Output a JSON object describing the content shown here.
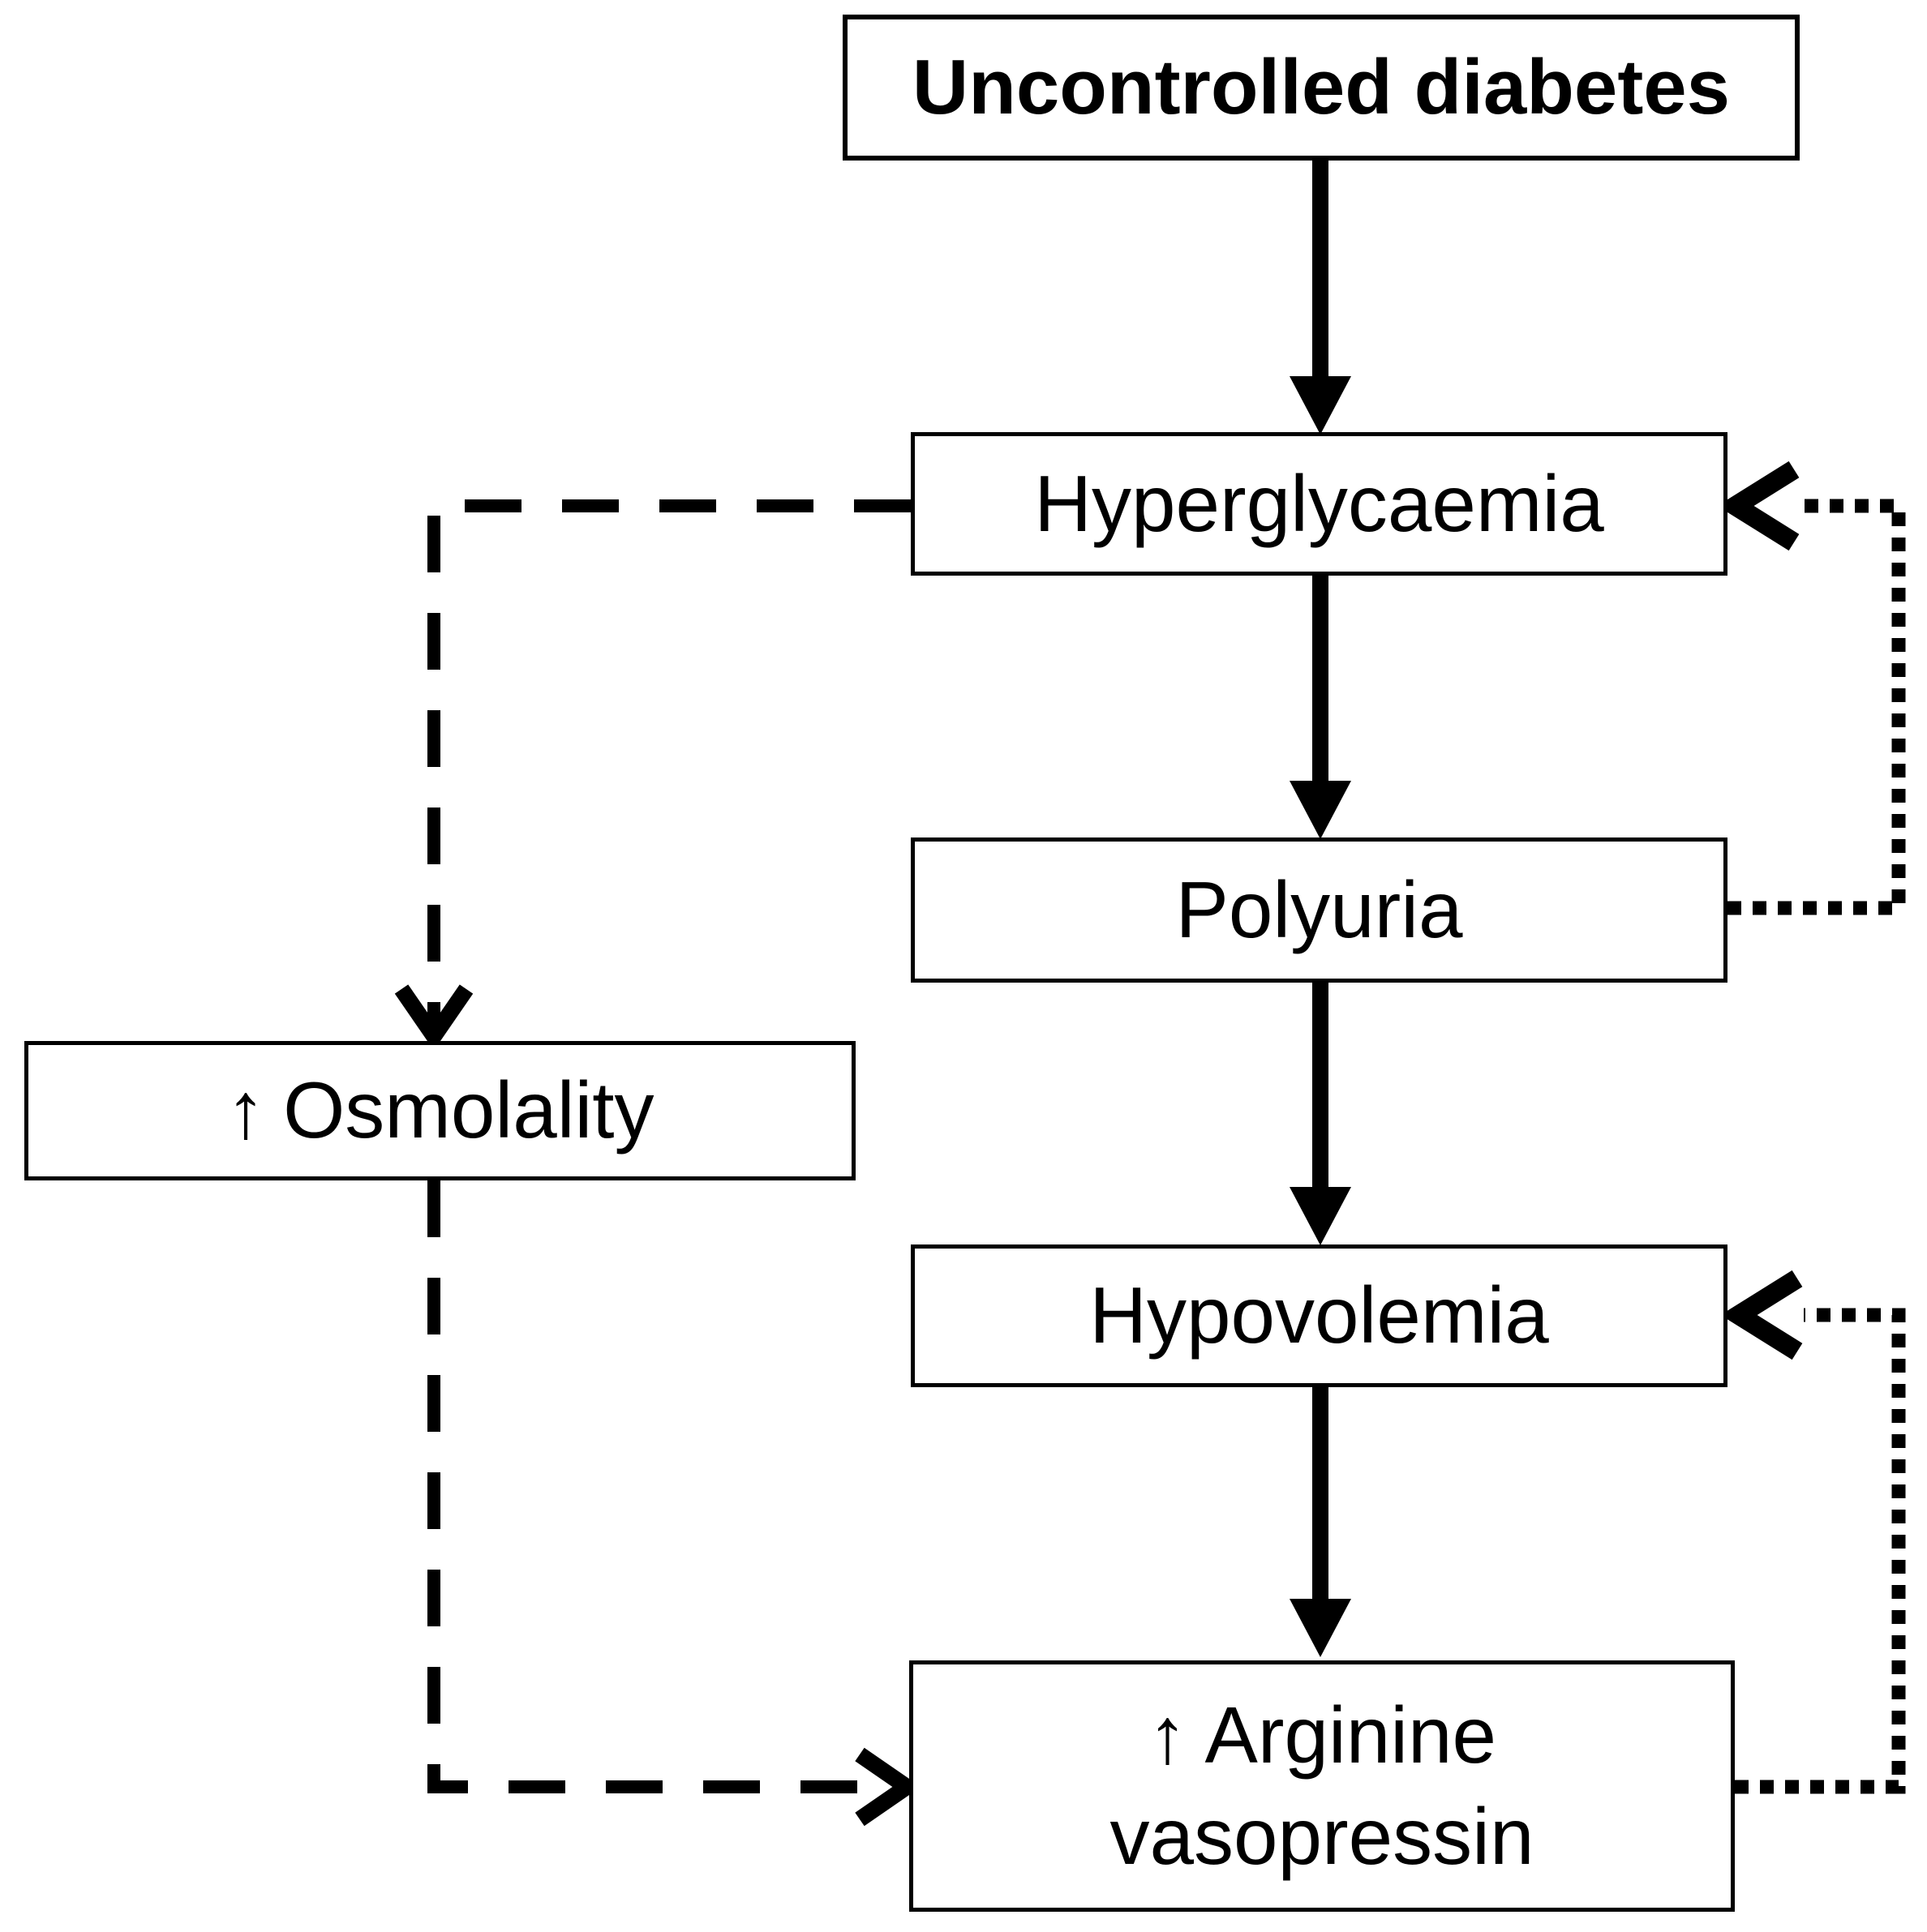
{
  "diagram": {
    "colors": {
      "background": "#ffffff",
      "node_fill": "#ffffff",
      "line": "#000000",
      "text": "#000000"
    },
    "nodes": [
      {
        "id": "uncontrolled-diabetes",
        "label": "Uncontrolled diabetes",
        "emphasis": "bold"
      },
      {
        "id": "hyperglycaemia",
        "label": "Hyperglycaemia"
      },
      {
        "id": "polyuria",
        "label": "Polyuria"
      },
      {
        "id": "hypovolemia",
        "label": "Hypovolemia"
      },
      {
        "id": "arginine-vasopressin",
        "icon": "↑",
        "label": "Arginine\nvasopressin"
      },
      {
        "id": "osmolality",
        "icon": "↑",
        "label": "Osmolality"
      }
    ],
    "edges": [
      {
        "from": "uncontrolled-diabetes",
        "to": "hyperglycaemia",
        "style": "solid"
      },
      {
        "from": "hyperglycaemia",
        "to": "polyuria",
        "style": "solid"
      },
      {
        "from": "polyuria",
        "to": "hypovolemia",
        "style": "solid"
      },
      {
        "from": "hypovolemia",
        "to": "arginine-vasopressin",
        "style": "solid"
      },
      {
        "from": "hyperglycaemia",
        "to": "osmolality",
        "style": "dashed"
      },
      {
        "from": "osmolality",
        "to": "arginine-vasopressin",
        "style": "dashed"
      },
      {
        "from": "polyuria",
        "to": "hyperglycaemia",
        "style": "dotted"
      },
      {
        "from": "arginine-vasopressin",
        "to": "hypovolemia",
        "style": "dotted"
      }
    ]
  }
}
